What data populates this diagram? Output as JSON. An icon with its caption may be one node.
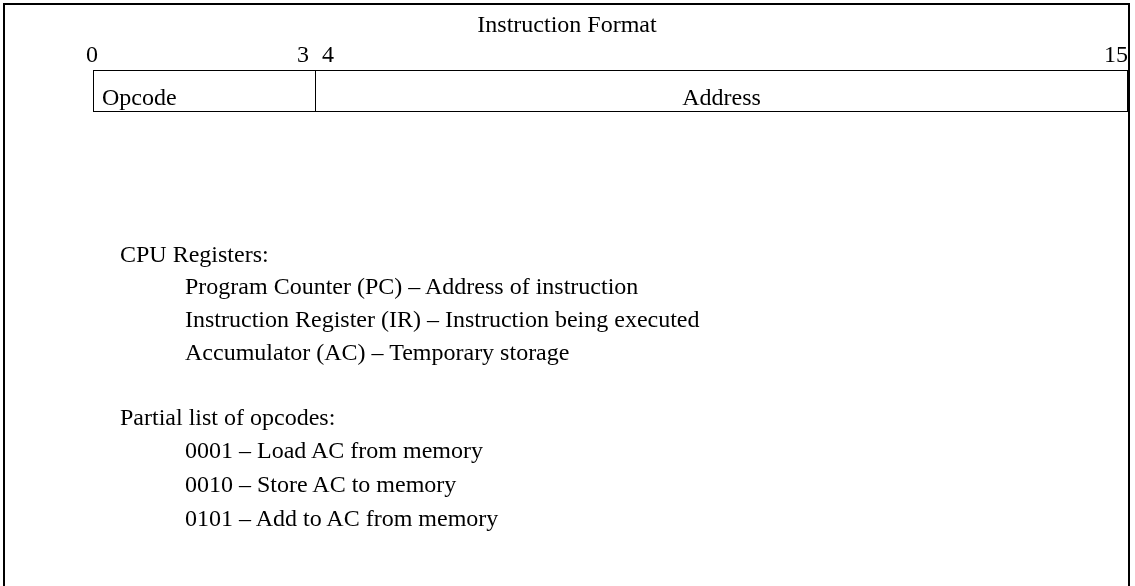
{
  "diagram": {
    "title": "Instruction Format",
    "nodes": [
      {
        "text": [
          "Opcode"
        ]
      },
      {
        "text": [
          "Address"
        ]
      }
    ],
    "edges": [],
    "labels": [
      "0",
      "3",
      "4",
      "15",
      "CPU Registers:",
      "Program Counter (PC) – Address of instruction",
      "Instruction Register (IR) – Instruction being executed",
      "Accumulator (AC) – Temporary storage",
      "Partial list of opcodes:",
      "0001 – Load AC from memory",
      "0010 – Store AC to memory",
      "0101 – Add to AC from memory"
    ]
  }
}
